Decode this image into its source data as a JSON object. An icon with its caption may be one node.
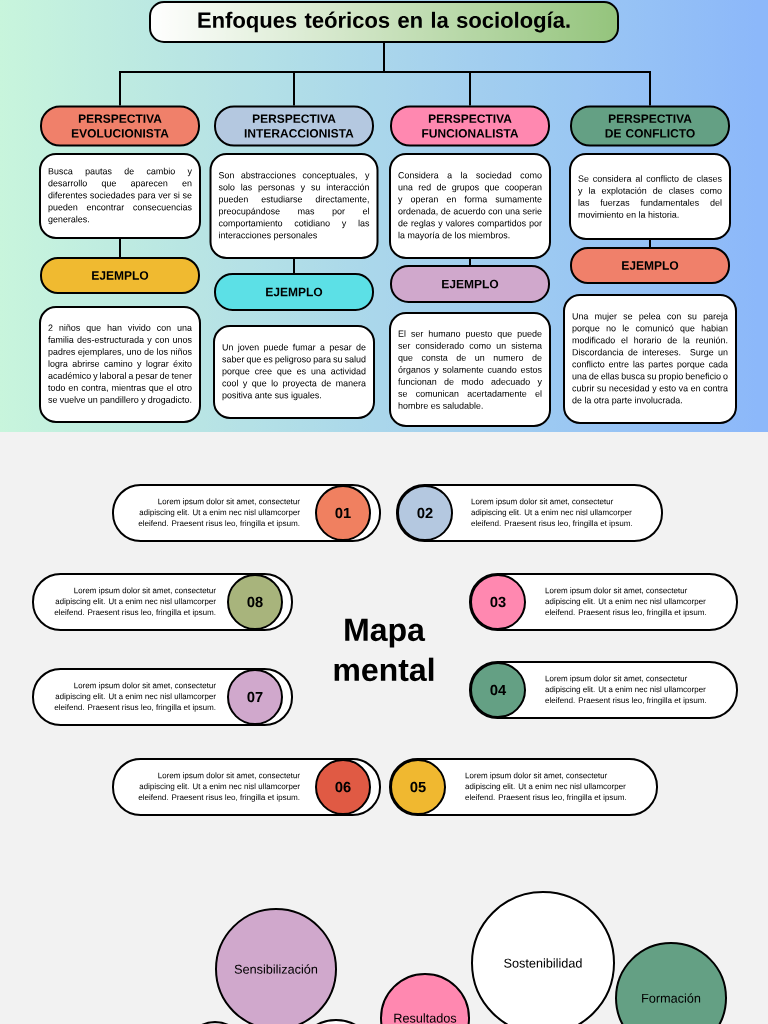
{
  "diagram": {
    "nodes": [
      {
        "text": [
          "Enfoques teóricos en la sociología."
        ]
      },
      {
        "text": [
          "PERSPECTIVA EVOLUCIONISTA"
        ]
      },
      {
        "text": [
          "PERSPECTIVA INTERACCIONISTA"
        ]
      },
      {
        "text": [
          "PERSPECTIVA FUNCIONALISTA"
        ]
      },
      {
        "text": [
          "PERSPECTIVA DE CONFLICTO"
        ]
      },
      {
        "text": [
          "Busca pautas de cambio y desarrollo que aparecen en diferentes sociedades para ver  si se pueden encontrar consecuencias generales."
        ]
      },
      {
        "text": [
          "Son abstracciones conceptuales, y solo las personas y su interacción pueden estudiarse directamente, preocupándose mas por el comportamiento cotidiano y las interacciones personales"
        ]
      },
      {
        "text": [
          "Considera a la sociedad como una red de grupos que cooperan y operan en forma sumamente ordenada, de acuerdo con una serie de reglas y valores compartidos por la mayoría de los miembros."
        ]
      },
      {
        "text": [
          "Se considera al conflicto de clases y la explotación de clases como las fuerzas fundamentales del movimiento en la historia."
        ]
      },
      {
        "text": [
          "EJEMPLO"
        ]
      },
      {
        "text": [
          "EJEMPLO"
        ]
      },
      {
        "text": [
          "EJEMPLO"
        ]
      },
      {
        "text": [
          "EJEMPLO"
        ]
      },
      {
        "text": [
          "2 niños que han vivido con una familia des-estructurada y con unos padres ejemplares, uno de los niños logra abrirse camino y lograr éxito académico y laboral a pesar de tener todo en contra, mientras que el otro se vuelve un pandillero y drogadicto."
        ]
      },
      {
        "text": [
          "Un joven puede fumar a pesar de saber que es peligroso para su salud porque cree que es una actividad cool y que lo proyecta de manera positiva ante sus iguales."
        ]
      },
      {
        "text": [
          "El ser humano puesto que puede ser considerado como un sistema que consta de un numero de órganos y solamente cuando estos funcionan de modo adecuado y se comunican acertadamente el hombre es saludable."
        ]
      },
      {
        "text": [
          "Una mujer se pelea con su pareja porque no le comunicó que habian modificado el horario de la reunión. Discordancia de intereses. Surge un conflicto entre las partes porque cada una de ellas busca su propio beneficio o cubrir su necesidad y esto va en contra de la otra parte involucrada."
        ]
      },
      {
        "text": [
          "Lorem ipsum dolor sit amet, consectetur adipiscing elit. Ut a enim nec nisl ullamcorper eleifend. Praesent risus leo, fringilla et ipsum."
        ]
      },
      {
        "text": [
          "01"
        ],
        "in": 17
      },
      {
        "text": [
          "Lorem ipsum dolor sit amet, consectetur adipiscing elit. Ut a enim nec nisl ullamcorper eleifend. Praesent risus leo, fringilla et ipsum."
        ]
      },
      {
        "text": [
          "02"
        ],
        "in": 19
      },
      {
        "text": [
          "Lorem ipsum dolor sit amet, consectetur adipiscing elit. Ut a enim nec nisl ullamcorper eleifend. Praesent risus leo, fringilla et ipsum."
        ]
      },
      {
        "text": [
          "08"
        ],
        "in": 21
      },
      {
        "text": [
          "Lorem ipsum dolor sit amet, consectetur adipiscing elit. Ut a enim nec nisl ullamcorper eleifend. Praesent risus leo, fringilla et ipsum."
        ]
      },
      {
        "text": [
          "03"
        ],
        "in": 23
      },
      {
        "text": [
          "Lorem ipsum dolor sit amet, consectetur adipiscing elit. Ut a enim nec nisl ullamcorper eleifend. Praesent risus leo, fringilla et ipsum."
        ]
      },
      {
        "text": [
          "04"
        ],
        "in": 25
      },
      {
        "text": [
          "Lorem ipsum dolor sit amet, consectetur adipiscing elit. Ut a enim nec nisl ullamcorper eleifend. Praesent risus leo, fringilla et ipsum."
        ]
      },
      {
        "text": [
          "07"
        ],
        "in": 27
      },
      {
        "text": [
          "Lorem ipsum dolor sit amet, consectetur adipiscing elit. Ut a enim nec nisl ullamcorper eleifend. Praesent risus leo, fringilla et ipsum."
        ]
      },
      {
        "text": [
          "06"
        ],
        "in": 29
      },
      {
        "text": [
          "Lorem ipsum dolor sit amet, consectetur adipiscing elit. Ut a enim nec nisl ullamcorper eleifend. Praesent risus leo, fringilla et ipsum."
        ]
      },
      {
        "text": [
          "05"
        ],
        "in": 31
      },
      {
        "text": [
          "Sostenibilidad"
        ]
      },
      {
        "text": [
          "Sensibilización"
        ]
      },
      {
        "text": [
          "Formación"
        ]
      },
      {
        "text": [
          "Resultados"
        ]
      },
      {
        "text": [],
        "shape": "circle"
      },
      {
        "text": [],
        "shape": "circle"
      }
    ],
    "edges": [
      {
        "from": 0,
        "to": 1,
        "arrow": "none"
      },
      {
        "from": 0,
        "to": 2,
        "arrow": "none"
      },
      {
        "from": 0,
        "to": 3,
        "arrow": "none"
      },
      {
        "from": 0,
        "to": 4,
        "arrow": "none"
      },
      {
        "from": 5,
        "to": 9,
        "arrow": "none"
      },
      {
        "from": 6,
        "to": 10,
        "arrow": "none"
      },
      {
        "from": 7,
        "to": 11,
        "arrow": "none"
      },
      {
        "from": 8,
        "to": 12,
        "arrow": "none"
      }
    ],
    "labels": [
      "Mapa mental"
    ]
  }
}
